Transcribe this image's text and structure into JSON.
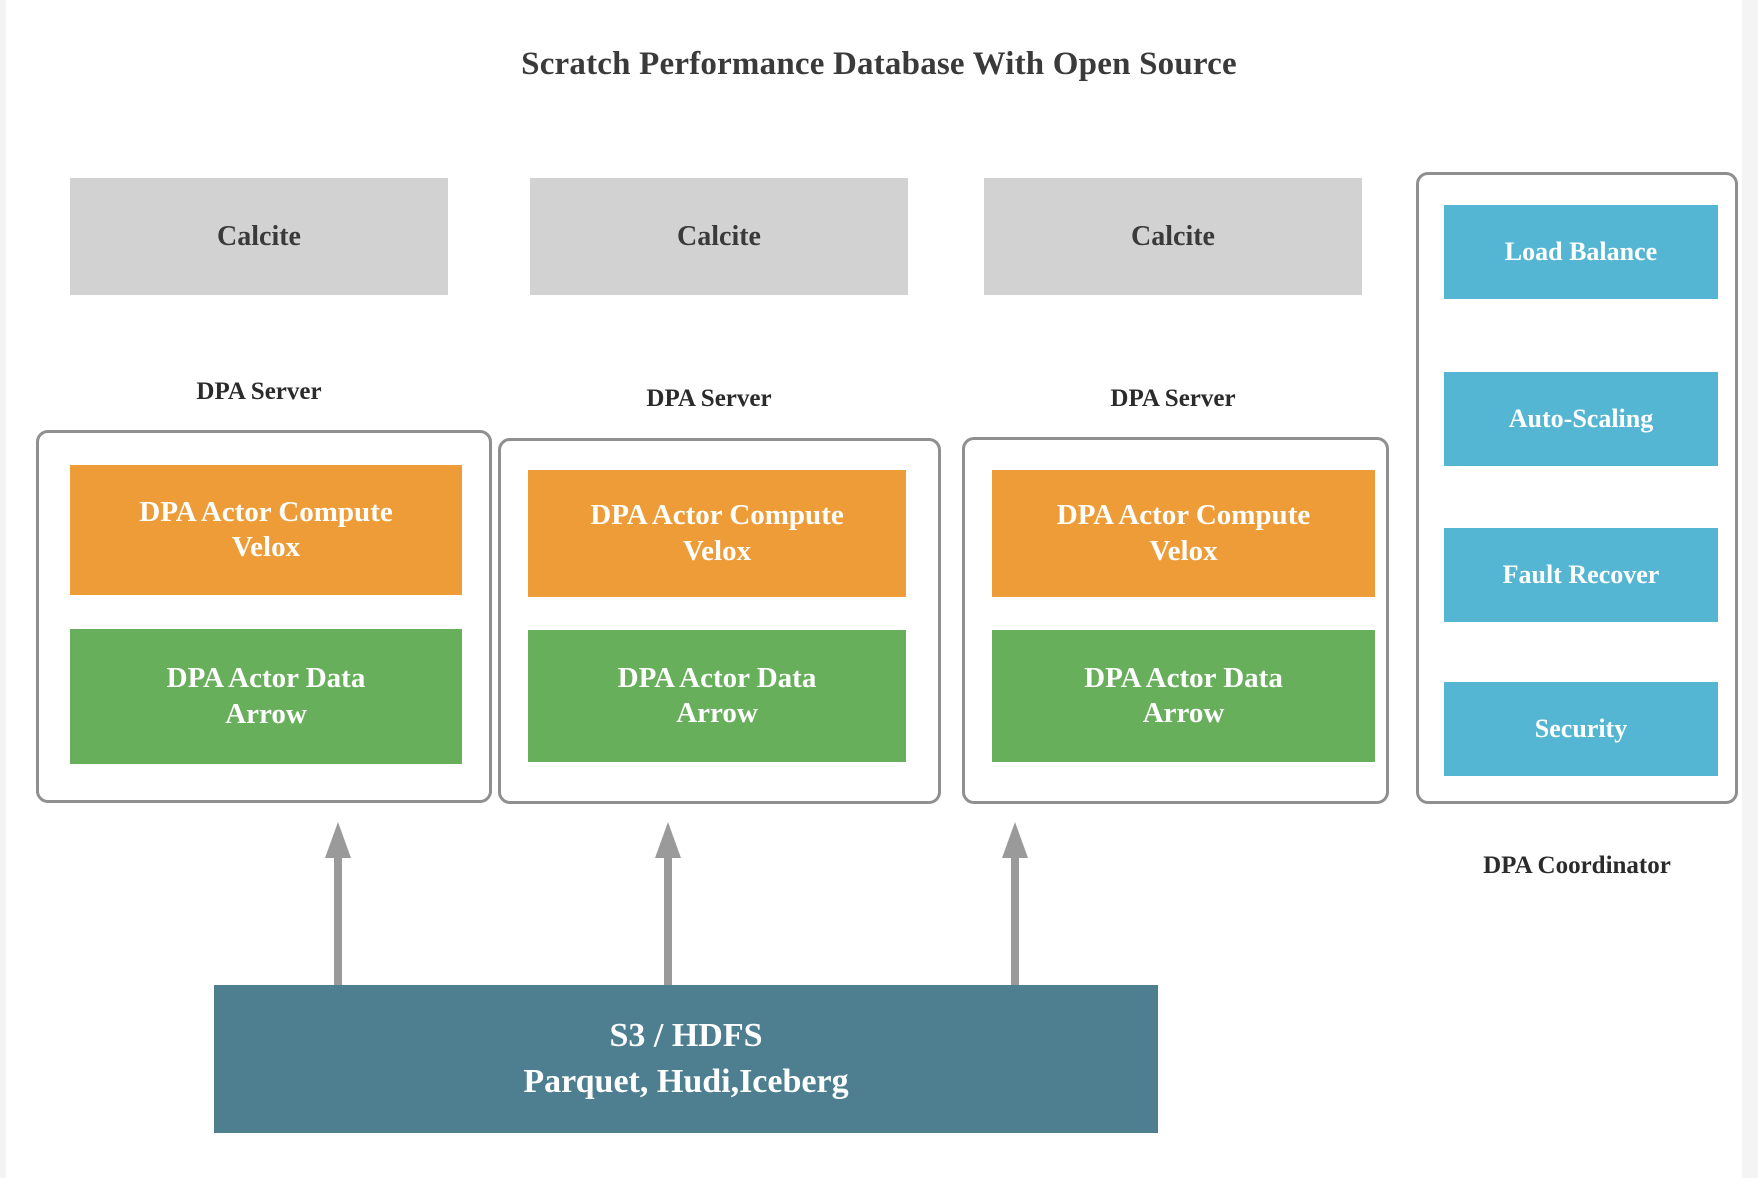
{
  "page": {
    "title": "Scratch Performance Database With Open Source",
    "background_color": "#ffffff"
  },
  "colors": {
    "calcite_box": "#d2d2d2",
    "compute_box": "#ee9c37",
    "data_box": "#68af5c",
    "coordinator_item": "#54b6d2",
    "storage_box": "#4d7f90",
    "panel_border": "#8f8f8f",
    "arrow": "#9a9a9a",
    "title_text": "#3a3a3a"
  },
  "columns": [
    {
      "calcite_label": "Calcite",
      "server_label": "DPA Server",
      "compute": {
        "line1": "DPA Actor Compute",
        "line2": "Velox"
      },
      "data": {
        "line1": "DPA Actor Data",
        "line2": "Arrow"
      }
    },
    {
      "calcite_label": "Calcite",
      "server_label": "DPA Server",
      "compute": {
        "line1": "DPA Actor Compute",
        "line2": "Velox"
      },
      "data": {
        "line1": "DPA Actor Data",
        "line2": "Arrow"
      }
    },
    {
      "calcite_label": "Calcite",
      "server_label": "DPA Server",
      "compute": {
        "line1": "DPA Actor Compute",
        "line2": "Velox"
      },
      "data": {
        "line1": "DPA Actor Data",
        "line2": "Arrow"
      }
    }
  ],
  "coordinator": {
    "label": "DPA Coordinator",
    "items": [
      {
        "label": "Load Balance"
      },
      {
        "label": "Auto-Scaling"
      },
      {
        "label": "Fault Recover"
      },
      {
        "label": "Security"
      }
    ]
  },
  "storage": {
    "line1": "S3 / HDFS",
    "line2": "Parquet, Hudi,Iceberg"
  },
  "arrows": [
    {
      "name": "arrow-storage-to-server-1",
      "direction": "up"
    },
    {
      "name": "arrow-storage-to-server-2",
      "direction": "up"
    },
    {
      "name": "arrow-storage-to-server-3",
      "direction": "up"
    }
  ]
}
